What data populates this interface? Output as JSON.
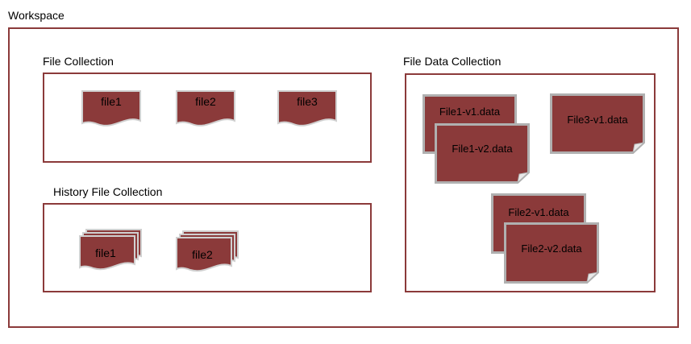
{
  "colors": {
    "border": "#8b3a3a",
    "fill": "#8b3a3a",
    "note_border": "#b0b0b0"
  },
  "workspace": {
    "title": "Workspace"
  },
  "file_collection": {
    "title": "File Collection",
    "files": [
      "file1",
      "file2",
      "file3"
    ]
  },
  "history_file_collection": {
    "title": "History File Collection",
    "files": [
      "file1",
      "file2"
    ]
  },
  "file_data_collection": {
    "title": "File Data Collection",
    "items": [
      "File1-v1.data",
      "File1-v2.data",
      "File3-v1.data",
      "File2-v1.data",
      "File2-v2.data"
    ]
  }
}
